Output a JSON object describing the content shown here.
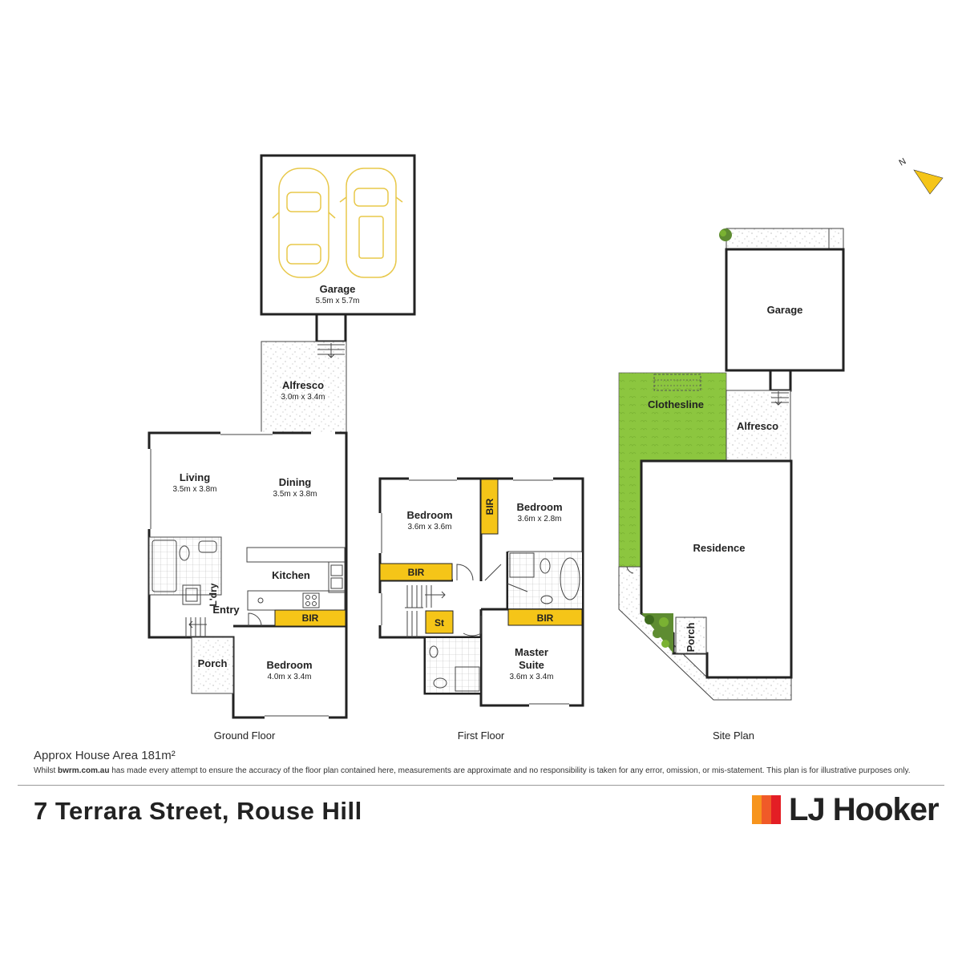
{
  "plan": {
    "ground_floor": {
      "caption": "Ground Floor",
      "rooms": {
        "garage": {
          "name": "Garage",
          "dims": "5.5m x 5.7m"
        },
        "alfresco": {
          "name": "Alfresco",
          "dims": "3.0m x 3.4m"
        },
        "living": {
          "name": "Living",
          "dims": "3.5m x 3.8m"
        },
        "dining": {
          "name": "Dining",
          "dims": "3.5m x 3.8m"
        },
        "kitchen": {
          "name": "Kitchen"
        },
        "laundry": {
          "name": "L'dry"
        },
        "entry": {
          "name": "Entry"
        },
        "porch": {
          "name": "Porch"
        },
        "bedroom": {
          "name": "Bedroom",
          "dims": "4.0m x 3.4m"
        },
        "bir": {
          "name": "BIR"
        }
      }
    },
    "first_floor": {
      "caption": "First Floor",
      "rooms": {
        "bedroom_left": {
          "name": "Bedroom",
          "dims": "3.6m x 3.6m"
        },
        "bedroom_right": {
          "name": "Bedroom",
          "dims": "3.6m x 2.8m"
        },
        "master": {
          "name_line1": "Master",
          "name_line2": "Suite",
          "dims": "3.6m x 3.4m"
        },
        "bir_left": {
          "name": "BIR"
        },
        "bir_vertical": {
          "name": "BIR"
        },
        "bir_master": {
          "name": "BIR"
        },
        "store": {
          "name": "St"
        }
      }
    },
    "site_plan": {
      "caption": "Site Plan",
      "labels": {
        "garage": "Garage",
        "clothesline": "Clothesline",
        "alfresco": "Alfresco",
        "residence": "Residence",
        "porch": "Porch"
      }
    },
    "compass": {
      "label": "N"
    }
  },
  "footer": {
    "area": "Approx House Area 181m²",
    "disclaimer_prefix": "Whilst ",
    "disclaimer_site": "bwrm.com.au",
    "disclaimer_rest": " has made every attempt to ensure the accuracy of the floor plan contained here, measurements are approximate and no responsibility is taken for any error, omission, or mis-statement. This plan is for illustrative purposes only.",
    "address": "7 Terrara Street, Rouse Hill",
    "brand": "LJ Hooker"
  },
  "colors": {
    "bir_yellow": "#F5C518",
    "lawn_green": "#8CC63F",
    "car_outline": "#E8C84A",
    "logo_bars": [
      "#F7941D",
      "#F05A28",
      "#E31E25"
    ]
  }
}
